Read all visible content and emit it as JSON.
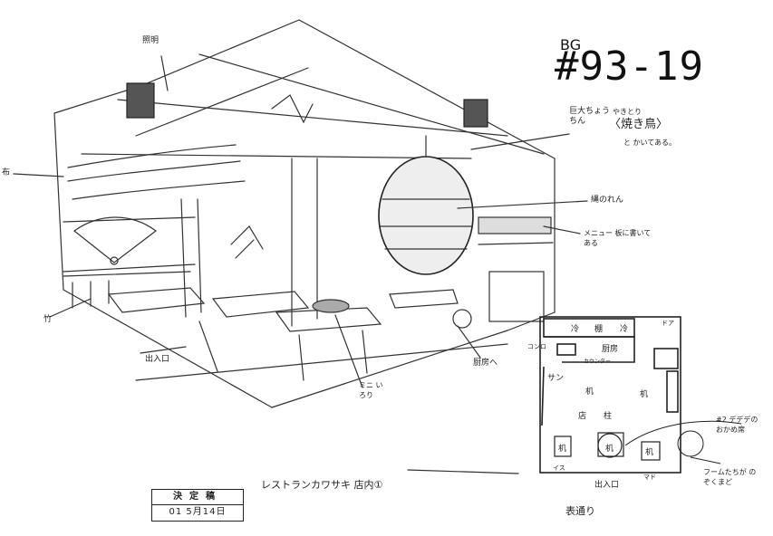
{
  "scene": {
    "prefix": "BG",
    "number": "#93-19"
  },
  "notes": {
    "lighting": "照明",
    "cloth": "布",
    "bamboo": "竹",
    "exit": "出入口",
    "lantern_title": "巨大ちょうちん",
    "lantern_text": "〈焼き鳥〉",
    "lantern_ruby": "やきとり",
    "lantern_suffix": "と かいてある。",
    "noren": "縄のれん",
    "menu": "メニュー 板に書いてある",
    "kitchen": "厨房へ",
    "mini_irori": "ミニ いろり"
  },
  "caption": "レストランカワサキ 店内①",
  "approval": {
    "title": "決定稿",
    "date": "01 5月14日"
  },
  "plan": {
    "title": "表通り",
    "labels": {
      "cooler": "冷",
      "shelf": "棚",
      "fridge": "冷",
      "kitchen": "厨房",
      "stove": "コンロ",
      "counter": "カウンター",
      "san": "サン",
      "door": "ドア",
      "entrance": "出入口",
      "pillar": "柱",
      "store": "店",
      "table": "机",
      "chair": "イス",
      "window": "マド"
    },
    "callouts": {
      "dedede_seat": "#2 デデデのおかめ席",
      "fume_peek": "フームたちが のぞくまど"
    }
  }
}
